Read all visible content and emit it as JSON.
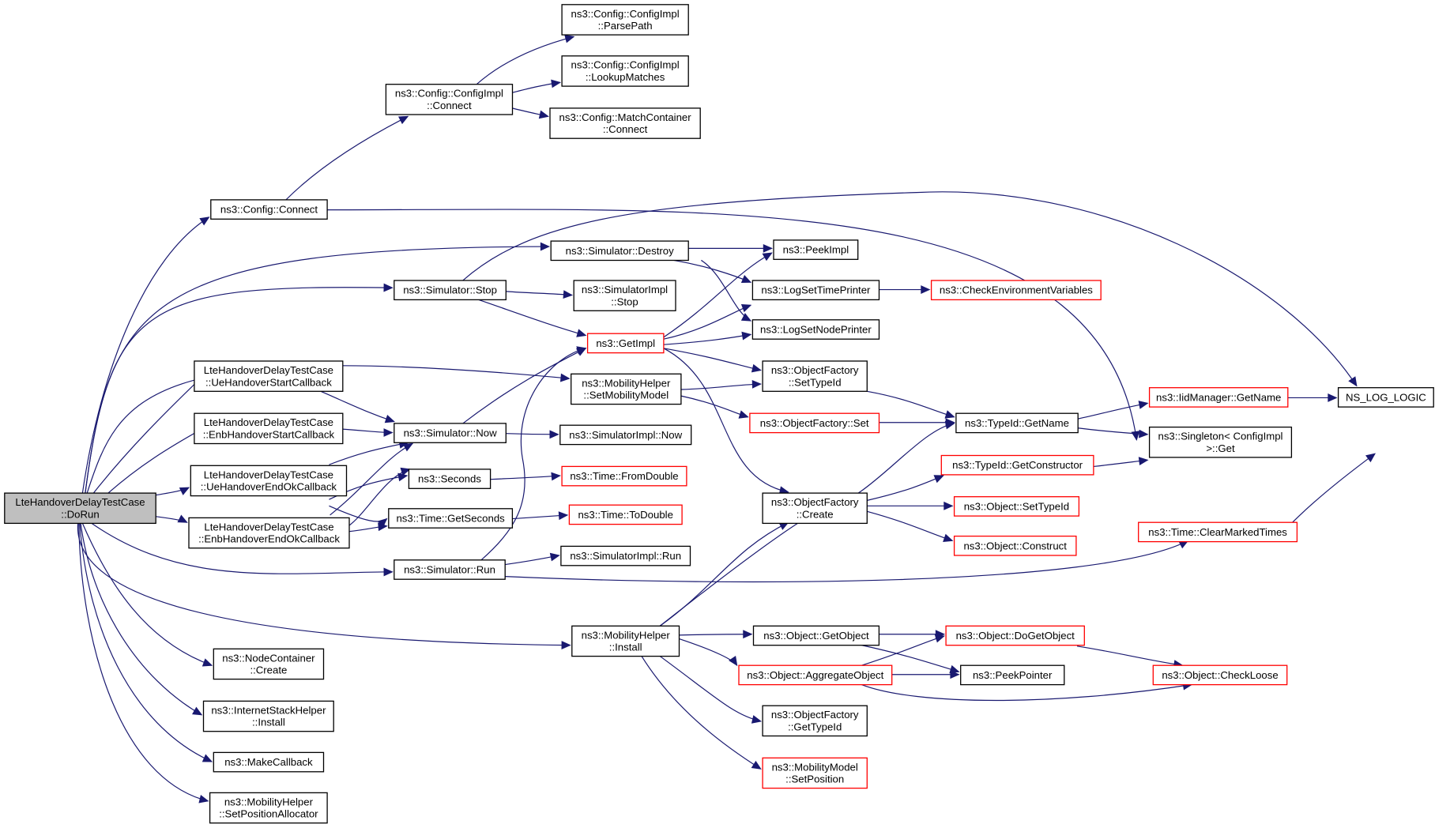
{
  "diagram": {
    "nodes": [
      {
        "id": "dorun",
        "lines": [
          "LteHandoverDelayTestCase",
          "::DoRun"
        ],
        "border": "black",
        "fill": "#bfbfbf"
      },
      {
        "id": "cfgconnect",
        "lines": [
          "ns3::Config::Connect"
        ],
        "border": "black"
      },
      {
        "id": "cfgimplconnect",
        "lines": [
          "ns3::Config::ConfigImpl",
          "::Connect"
        ],
        "border": "black"
      },
      {
        "id": "parsepath",
        "lines": [
          "ns3::Config::ConfigImpl",
          "::ParsePath"
        ],
        "border": "black"
      },
      {
        "id": "lookupmatches",
        "lines": [
          "ns3::Config::ConfigImpl",
          "::LookupMatches"
        ],
        "border": "black"
      },
      {
        "id": "matchconnect",
        "lines": [
          "ns3::Config::MatchContainer",
          "::Connect"
        ],
        "border": "black"
      },
      {
        "id": "simdestroy",
        "lines": [
          "ns3::Simulator::Destroy"
        ],
        "border": "black"
      },
      {
        "id": "simstop",
        "lines": [
          "ns3::Simulator::Stop"
        ],
        "border": "black"
      },
      {
        "id": "simimplstop",
        "lines": [
          "ns3::SimulatorImpl",
          "::Stop"
        ],
        "border": "black"
      },
      {
        "id": "peekimpl",
        "lines": [
          "ns3::PeekImpl"
        ],
        "border": "black"
      },
      {
        "id": "logtime",
        "lines": [
          "ns3::LogSetTimePrinter"
        ],
        "border": "black"
      },
      {
        "id": "lognode",
        "lines": [
          "ns3::LogSetNodePrinter"
        ],
        "border": "black"
      },
      {
        "id": "checkenv",
        "lines": [
          "ns3::CheckEnvironmentVariables"
        ],
        "border": "red"
      },
      {
        "id": "getimpl",
        "lines": [
          "ns3::GetImpl"
        ],
        "border": "red"
      },
      {
        "id": "uehostart",
        "lines": [
          "LteHandoverDelayTestCase",
          "::UeHandoverStartCallback"
        ],
        "border": "black"
      },
      {
        "id": "enbhostart",
        "lines": [
          "LteHandoverDelayTestCase",
          "::EnbHandoverStartCallback"
        ],
        "border": "black"
      },
      {
        "id": "ueheok",
        "lines": [
          "LteHandoverDelayTestCase",
          "::UeHandoverEndOkCallback"
        ],
        "border": "black"
      },
      {
        "id": "enbheok",
        "lines": [
          "LteHandoverDelayTestCase",
          "::EnbHandoverEndOkCallback"
        ],
        "border": "black"
      },
      {
        "id": "setmobmodel",
        "lines": [
          "ns3::MobilityHelper",
          "::SetMobilityModel"
        ],
        "border": "black"
      },
      {
        "id": "ofsettypeid",
        "lines": [
          "ns3::ObjectFactory",
          "::SetTypeId"
        ],
        "border": "black"
      },
      {
        "id": "ofset",
        "lines": [
          "ns3::ObjectFactory::Set"
        ],
        "border": "red"
      },
      {
        "id": "simnow",
        "lines": [
          "ns3::Simulator::Now"
        ],
        "border": "black"
      },
      {
        "id": "simimplnow",
        "lines": [
          "ns3::SimulatorImpl::Now"
        ],
        "border": "black"
      },
      {
        "id": "typeidgetname",
        "lines": [
          "ns3::TypeId::GetName"
        ],
        "border": "black"
      },
      {
        "id": "iidmgr",
        "lines": [
          "ns3::IidManager::GetName"
        ],
        "border": "red"
      },
      {
        "id": "nslog",
        "lines": [
          "NS_LOG_LOGIC"
        ],
        "border": "black"
      },
      {
        "id": "singleton",
        "lines": [
          "ns3::Singleton< ConfigImpl",
          " >::Get"
        ],
        "border": "black"
      },
      {
        "id": "seconds",
        "lines": [
          "ns3::Seconds"
        ],
        "border": "black"
      },
      {
        "id": "fromdouble",
        "lines": [
          "ns3::Time::FromDouble"
        ],
        "border": "red"
      },
      {
        "id": "getseconds",
        "lines": [
          "ns3::Time::GetSeconds"
        ],
        "border": "black"
      },
      {
        "id": "todouble",
        "lines": [
          "ns3::Time::ToDouble"
        ],
        "border": "red"
      },
      {
        "id": "getconstructor",
        "lines": [
          "ns3::TypeId::GetConstructor"
        ],
        "border": "red"
      },
      {
        "id": "ofcreate",
        "lines": [
          "ns3::ObjectFactory",
          "::Create"
        ],
        "border": "black"
      },
      {
        "id": "objsettypeid",
        "lines": [
          "ns3::Object::SetTypeId"
        ],
        "border": "red"
      },
      {
        "id": "objconstruct",
        "lines": [
          "ns3::Object::Construct"
        ],
        "border": "red"
      },
      {
        "id": "clearmarked",
        "lines": [
          "ns3::Time::ClearMarkedTimes"
        ],
        "border": "red"
      },
      {
        "id": "simrun",
        "lines": [
          "ns3::Simulator::Run"
        ],
        "border": "black"
      },
      {
        "id": "simimplrun",
        "lines": [
          "ns3::SimulatorImpl::Run"
        ],
        "border": "black"
      },
      {
        "id": "mobinstall",
        "lines": [
          "ns3::MobilityHelper",
          "::Install"
        ],
        "border": "black"
      },
      {
        "id": "getobject",
        "lines": [
          "ns3::Object::GetObject"
        ],
        "border": "black"
      },
      {
        "id": "dogetobject",
        "lines": [
          "ns3::Object::DoGetObject"
        ],
        "border": "red"
      },
      {
        "id": "aggregate",
        "lines": [
          "ns3::Object::AggregateObject"
        ],
        "border": "red"
      },
      {
        "id": "peekpointer",
        "lines": [
          "ns3::PeekPointer"
        ],
        "border": "black"
      },
      {
        "id": "checkloose",
        "lines": [
          "ns3::Object::CheckLoose"
        ],
        "border": "red"
      },
      {
        "id": "ofgettypeid",
        "lines": [
          "ns3::ObjectFactory",
          "::GetTypeId"
        ],
        "border": "black"
      },
      {
        "id": "mmsetpos",
        "lines": [
          "ns3::MobilityModel",
          "::SetPosition"
        ],
        "border": "red"
      },
      {
        "id": "nccreate",
        "lines": [
          "ns3::NodeContainer",
          "::Create"
        ],
        "border": "black"
      },
      {
        "id": "ishinstall",
        "lines": [
          "ns3::InternetStackHelper",
          "::Install"
        ],
        "border": "black"
      },
      {
        "id": "makecallback",
        "lines": [
          "ns3::MakeCallback"
        ],
        "border": "black"
      },
      {
        "id": "setposalloc",
        "lines": [
          "ns3::MobilityHelper",
          "::SetPositionAllocator"
        ],
        "border": "black"
      }
    ]
  }
}
